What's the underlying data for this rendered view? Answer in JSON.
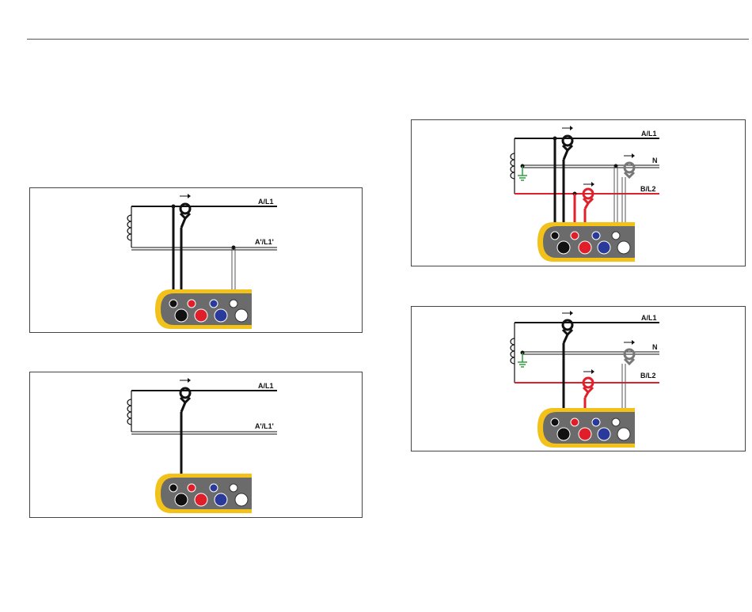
{
  "panels": [
    {
      "id": "single-phase-three-wire",
      "labels": [
        "A/L1",
        "A'/L1'"
      ]
    },
    {
      "id": "single-phase-one-clamp",
      "labels": [
        "A/L1",
        "A'/L1'"
      ]
    },
    {
      "id": "split-phase-with-neutral",
      "labels": [
        "A/L1",
        "N",
        "B/L2"
      ]
    },
    {
      "id": "split-phase-no-neutral-voltage",
      "labels": [
        "A/L1",
        "N",
        "B/L2"
      ]
    }
  ],
  "colors": {
    "wire_black": "#111111",
    "wire_red": "#e0202a",
    "wire_white_outline": "#777777",
    "ground_green": "#2e9e3e",
    "instrument_yellow": "#f2c21a",
    "instrument_gray": "#6b6b6b",
    "jack_red": "#e01e2a",
    "jack_blue": "#2a3a9a",
    "jack_black": "#111111",
    "jack_white": "#ffffff"
  },
  "icons": [
    "coil-icon",
    "current-clamp-icon",
    "ground-icon",
    "arrow-right-icon",
    "instrument-jack-panel"
  ]
}
